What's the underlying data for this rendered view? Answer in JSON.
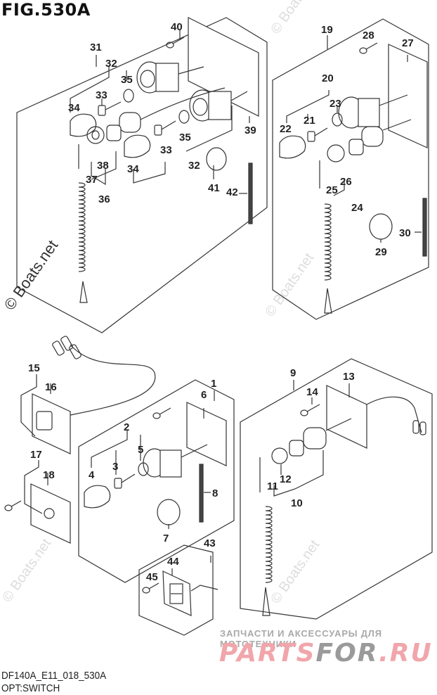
{
  "header": {
    "figure_title": "FIG.530A"
  },
  "footer": {
    "model_code": "DF140A_E11_018_530A",
    "section_name": "OPT:SWITCH"
  },
  "watermarks": {
    "boats_main": "© Boats.net",
    "boats_faint": "© Boats.net",
    "partsfor_tagline": "ЗАПЧАСТИ И АКСЕССУАРЫ ДЛЯ МОТОТЕХНИКИ",
    "partsfor_logo": [
      "PARTS",
      "FOR",
      ".RU"
    ]
  },
  "colors": {
    "line": "#333333",
    "partsfor_red": "#f0a6ab",
    "partsfor_gray": "#9a9a9a"
  },
  "panels": [
    {
      "id": "A",
      "group_label": "31",
      "description": "Dual key switch panel with stop switch"
    },
    {
      "id": "B",
      "group_label": "19",
      "description": "Single key switch panel with stop switch"
    },
    {
      "id": "C",
      "group_label": "1",
      "description": "Key switch panel"
    },
    {
      "id": "D",
      "group_label": "9",
      "description": "Stop switch panel"
    },
    {
      "id": "E",
      "group_label": "43",
      "description": "Rocker switch panel"
    }
  ],
  "callouts": {
    "c31": "31",
    "c32a": "32",
    "c35a": "35",
    "c33a": "33",
    "c34a": "34",
    "c40": "40",
    "c39": "39",
    "c35b": "35",
    "c33b": "33",
    "c34b": "34",
    "c32b": "32",
    "c41": "41",
    "c42": "42",
    "c38": "38",
    "c37": "37",
    "c36": "36",
    "c19": "19",
    "c28": "28",
    "c27": "27",
    "c20": "20",
    "c23": "23",
    "c21": "21",
    "c22": "22",
    "c26": "26",
    "c25": "25",
    "c24": "24",
    "c29": "29",
    "c30": "30",
    "c15": "15",
    "c16": "16",
    "c17": "17",
    "c18": "18",
    "c1": "1",
    "c6": "6",
    "c2": "2",
    "c5": "5",
    "c3": "3",
    "c4": "4",
    "c8": "8",
    "c7": "7",
    "c9": "9",
    "c13": "13",
    "c14": "14",
    "c12": "12",
    "c11": "11",
    "c10": "10",
    "c43": "43",
    "c44": "44",
    "c45": "45"
  }
}
